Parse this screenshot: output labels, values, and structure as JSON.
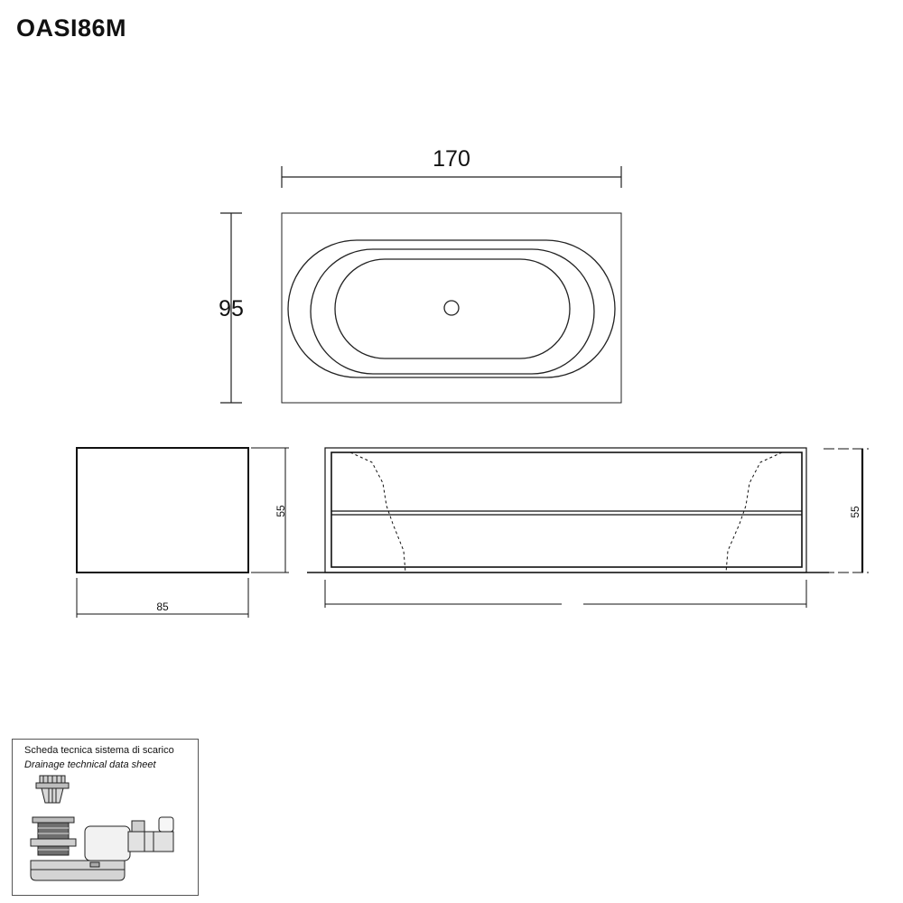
{
  "header": {
    "model_code": "OASI86M"
  },
  "drawing": {
    "top_view": {
      "length": "170",
      "width": "95"
    },
    "side_view": {
      "width": "85",
      "height": "55"
    },
    "front_view": {
      "height": "55"
    }
  },
  "drainage_card": {
    "title_it": "Scheda tecnica sistema di scarico",
    "title_en": "Drainage technical data sheet",
    "illustration_icon": "drain-assembly-icon"
  }
}
